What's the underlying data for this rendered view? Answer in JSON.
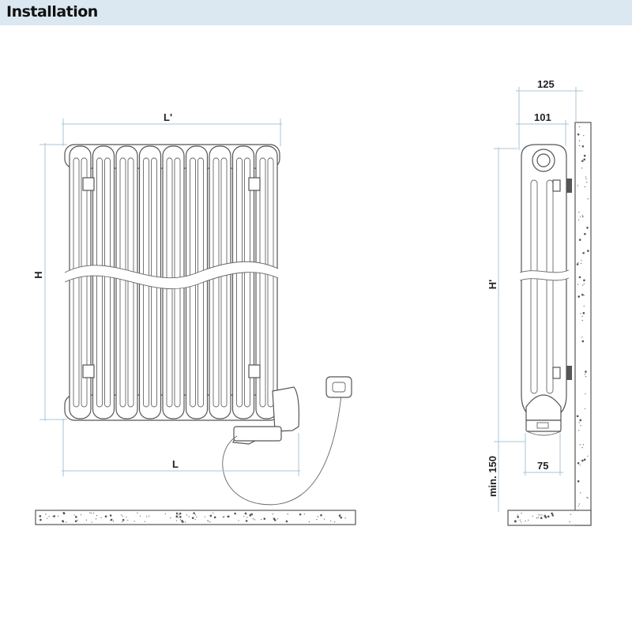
{
  "header": {
    "title": "Installation"
  },
  "front_view": {
    "width_top_label": "L'",
    "width_bottom_label": "L",
    "height_label": "H"
  },
  "side_view": {
    "depth_total_label": "125",
    "depth_radiator_label": "101",
    "height_label": "H'",
    "heater_depth_label": "75",
    "floor_clearance_label": "min. 150"
  },
  "colors": {
    "header_bg": "#dce8f1",
    "dimension_line": "#a9c4d6",
    "outline": "#555555"
  }
}
